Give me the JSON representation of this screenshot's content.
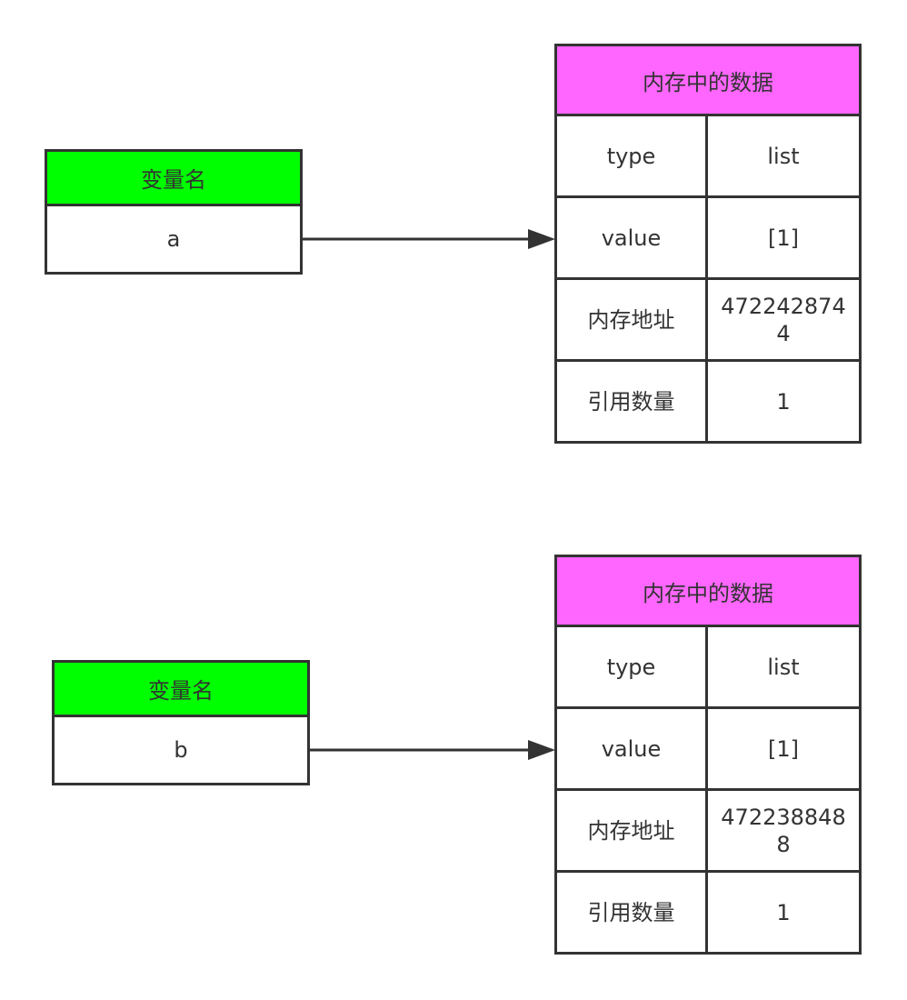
{
  "colors": {
    "var_header": "#00ff00",
    "mem_header": "#ff66ff",
    "line": "#333333"
  },
  "diagrams": [
    {
      "variable": {
        "header": "变量名",
        "name": "a"
      },
      "memory": {
        "header": "内存中的数据",
        "rows": [
          {
            "key": "type",
            "value": "list"
          },
          {
            "key": "value",
            "value": "[1]"
          },
          {
            "key": "内存地址",
            "value": "4722428744"
          },
          {
            "key": "引用数量",
            "value": "1"
          }
        ]
      }
    },
    {
      "variable": {
        "header": "变量名",
        "name": "b"
      },
      "memory": {
        "header": "内存中的数据",
        "rows": [
          {
            "key": "type",
            "value": "list"
          },
          {
            "key": "value",
            "value": "[1]"
          },
          {
            "key": "内存地址",
            "value": "4722388488"
          },
          {
            "key": "引用数量",
            "value": "1"
          }
        ]
      }
    }
  ]
}
